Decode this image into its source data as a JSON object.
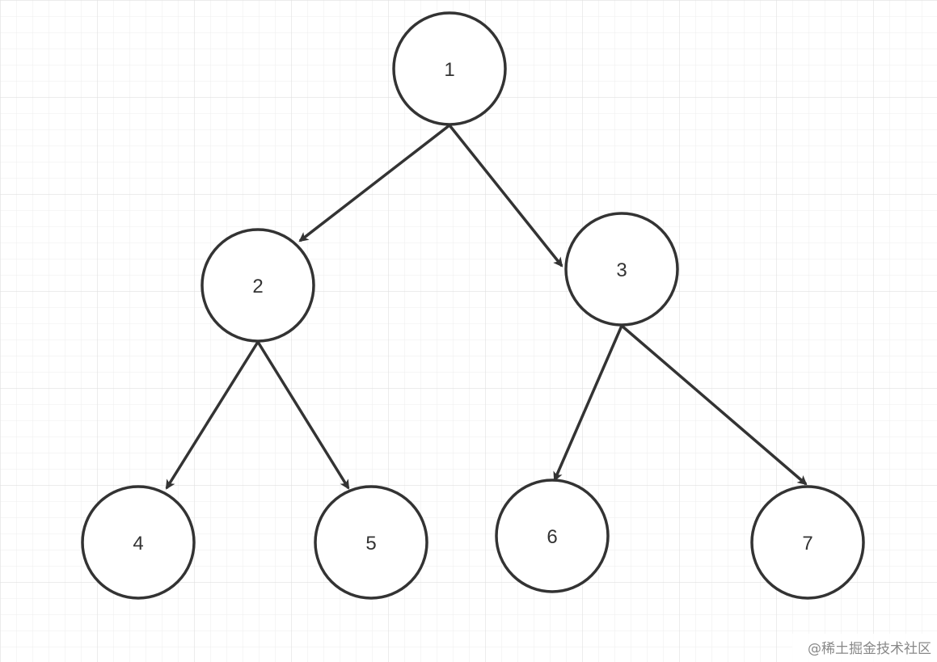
{
  "nodes": [
    {
      "id": "1",
      "label": "1"
    },
    {
      "id": "2",
      "label": "2"
    },
    {
      "id": "3",
      "label": "3"
    },
    {
      "id": "4",
      "label": "4"
    },
    {
      "id": "5",
      "label": "5"
    },
    {
      "id": "6",
      "label": "6"
    },
    {
      "id": "7",
      "label": "7"
    }
  ],
  "edges": [
    {
      "from": "1",
      "to": "2"
    },
    {
      "from": "1",
      "to": "3"
    },
    {
      "from": "2",
      "to": "4"
    },
    {
      "from": "2",
      "to": "5"
    },
    {
      "from": "3",
      "to": "6"
    },
    {
      "from": "3",
      "to": "7"
    }
  ],
  "watermark": "@稀土掘金技术社区",
  "colors": {
    "stroke": "#333333",
    "background": "#ffffff",
    "grid": "#e8e8e8"
  }
}
